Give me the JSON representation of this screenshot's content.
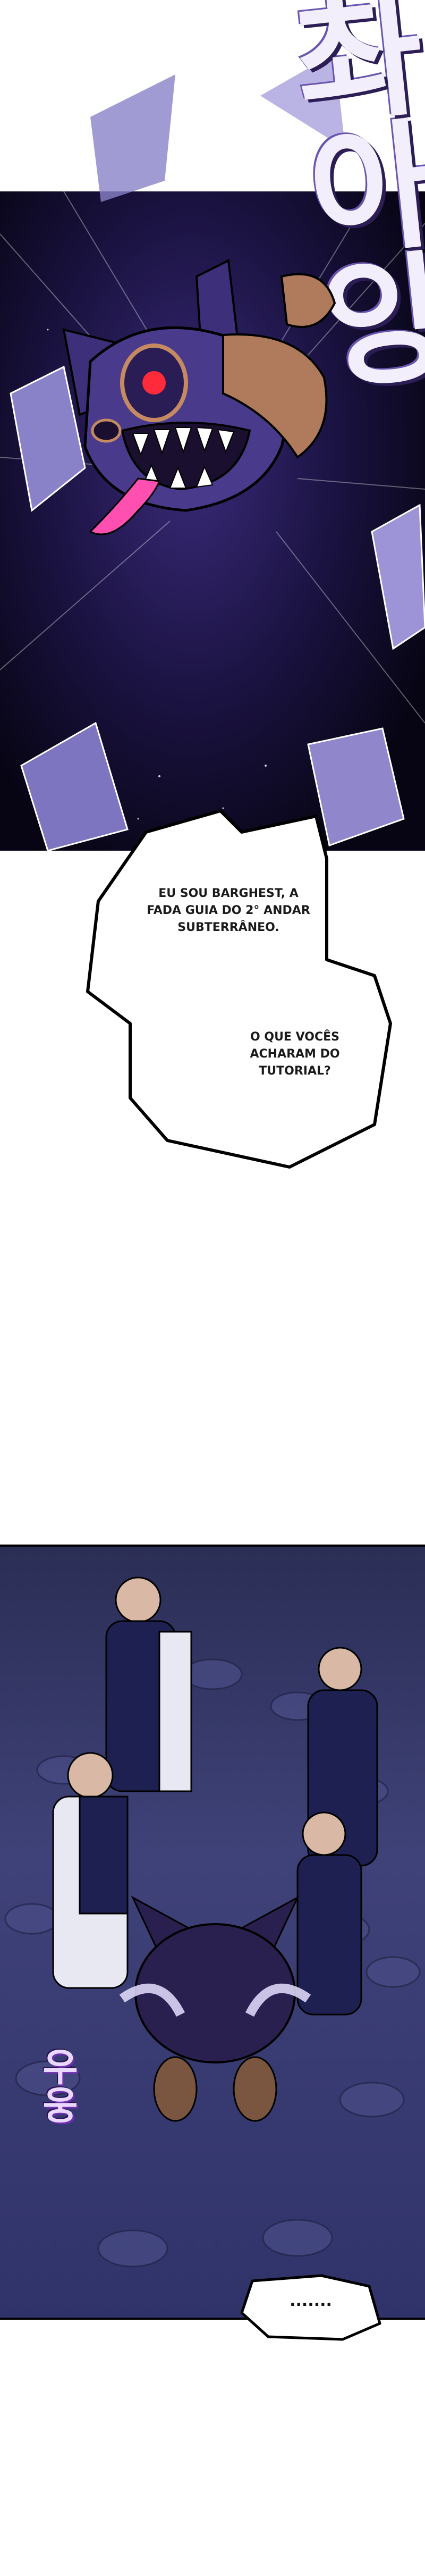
{
  "sfx": {
    "top": "촤아앙",
    "side": "우웅"
  },
  "bubble": {
    "line1": "EU SOU BARGHEST, A FADA GUIA DO 2° ANDAR SUBTERRÂNEO.",
    "line2": "O QUE VOCÊS ACHARAM DO TUTORIAL?"
  },
  "ellipsis": {
    "text": "......."
  },
  "colors": {
    "space_bg": "#1a1240",
    "creature_purple": "#4a3a8c",
    "creature_fur": "#b07a5c",
    "eye_red": "#ff2a3a",
    "tongue_pink": "#ff4fb0",
    "scene2_bg": "#3f4278"
  }
}
